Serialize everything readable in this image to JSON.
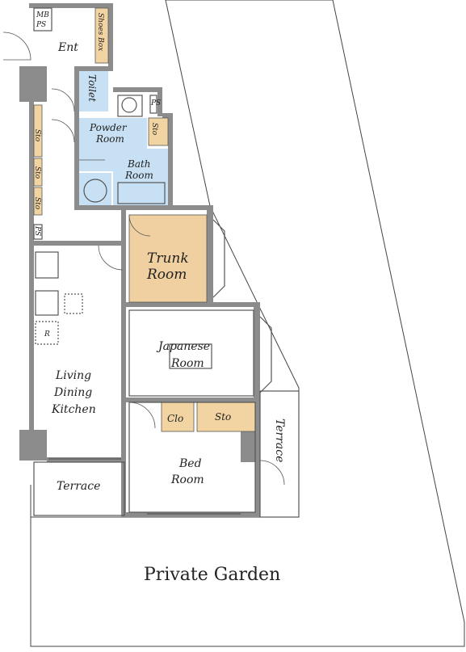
{
  "colors": {
    "wall": "#8c8c8c",
    "wet_area": "#c7e0f3",
    "storage": "#f2d4a3",
    "trunk": "#f0cfa0",
    "floor": "#ffffff"
  },
  "rooms": {
    "mb": "MB",
    "ps_top": "PS",
    "shoes_box": "Shoes Box",
    "ent": "Ent",
    "toilet": "Toilet",
    "ps_small": "PS",
    "powder_room": [
      "Powder",
      "Room"
    ],
    "sto_wet": "Sto",
    "bath_room": [
      "Bath",
      "Room"
    ],
    "sto_hall_1": "Sto",
    "sto_hall_2": "Sto",
    "sto_hall_3": "Sto",
    "ps_hall": "PS",
    "trunk_room": [
      "Trunk",
      "Room"
    ],
    "fridge": "R",
    "japanese_room": [
      "Japanese",
      "Room"
    ],
    "ldk": [
      "Living",
      "Dining",
      "Kitchen"
    ],
    "clo": "Clo",
    "sto_bed": "Sto",
    "terrace_right": "Terrace",
    "bed_room": [
      "Bed",
      "Room"
    ],
    "terrace_left": "Terrace",
    "garden": "Private Garden"
  }
}
